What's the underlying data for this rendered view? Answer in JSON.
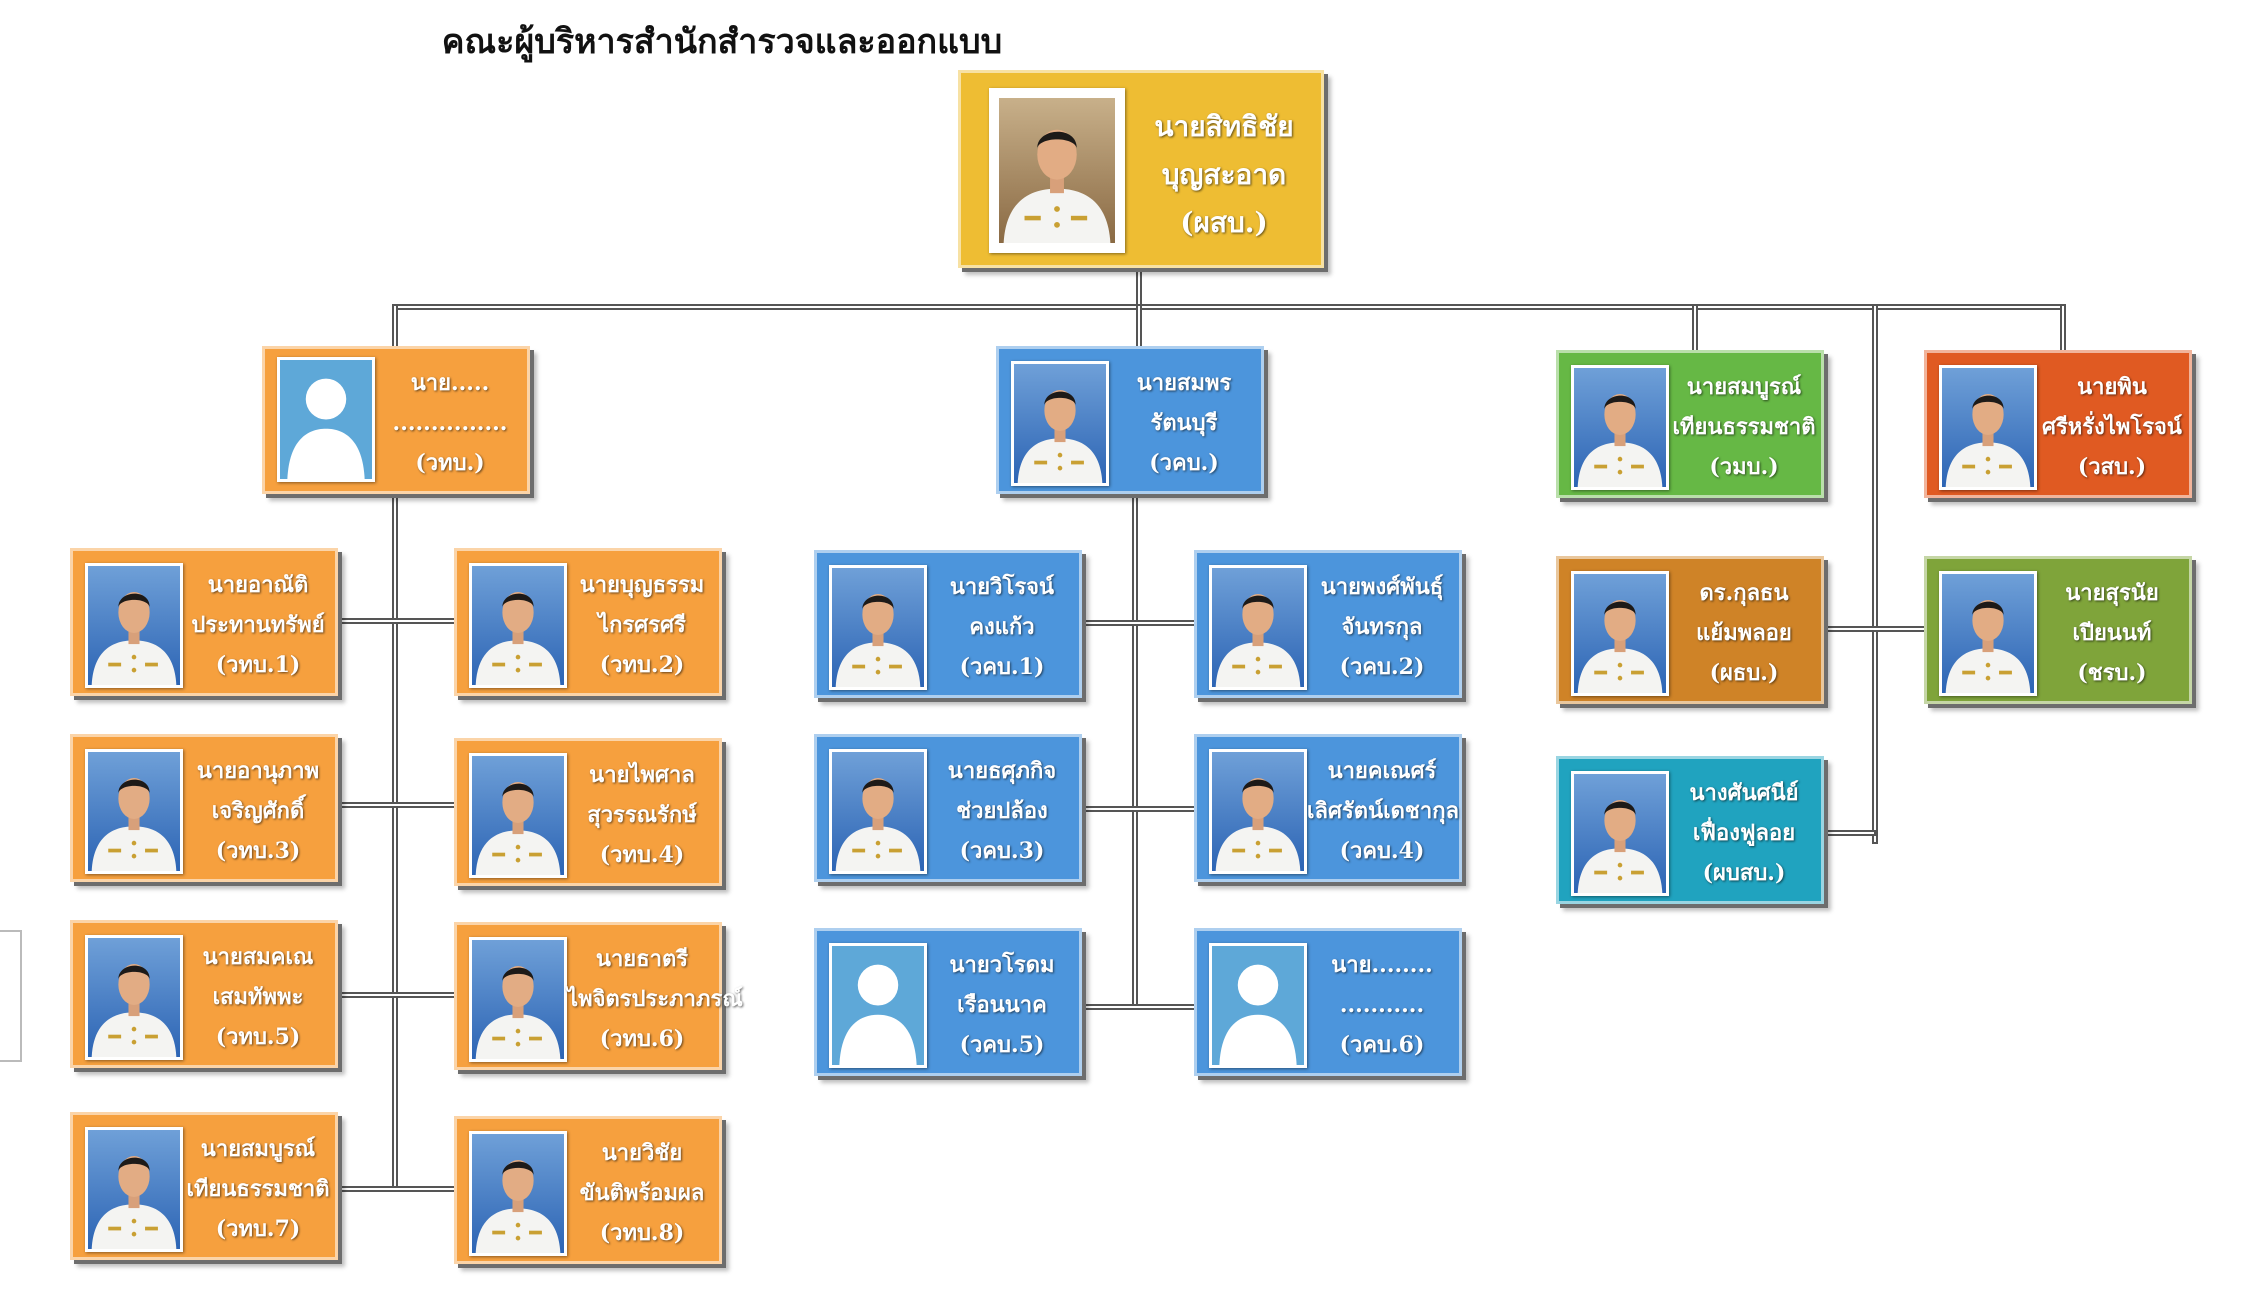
{
  "title": "คณะผู้บริหารสำนักสำรวจและออกแบบ",
  "colors": {
    "gold": "#eebd33",
    "orange": "#f6a03e",
    "blue": "#4c95dc",
    "green": "#66b845",
    "red": "#e05a22",
    "brown": "#cf8327",
    "olive": "#7fa43a",
    "teal": "#20a3bf"
  },
  "nodes": {
    "director": {
      "l1": "นายสิทธิชัย",
      "l2": "บุญสะอาด",
      "l3": "(ผสบ.)"
    },
    "wthb": {
      "l1": "นาย.....",
      "l2": "...............",
      "l3": "(วทบ.)"
    },
    "wkb": {
      "l1": "นายสมพร",
      "l2": "รัตนบุรี",
      "l3": "(วคบ.)"
    },
    "wmb": {
      "l1": "นายสมบูรณ์",
      "l2": "เทียนธรรมชาติ",
      "l3": "(วมบ.)"
    },
    "wsb": {
      "l1": "นายพิน",
      "l2": "ศรีหรั่งไพโรจน์",
      "l3": "(วสบ.)"
    },
    "wthb1": {
      "l1": "นายอาณัติ",
      "l2": "ประทานทรัพย์",
      "l3": "(วทบ.1)"
    },
    "wthb2": {
      "l1": "นายบุญธรรม",
      "l2": "ไกรศรศรี",
      "l3": "(วทบ.2)"
    },
    "wthb3": {
      "l1": "นายอานุภาพ",
      "l2": "เจริญศักดิ์",
      "l3": "(วทบ.3)"
    },
    "wthb4": {
      "l1": "นายไพศาล",
      "l2": "สุวรรณรักษ์",
      "l3": "(วทบ.4)"
    },
    "wthb5": {
      "l1": "นายสมคเณ",
      "l2": "เสมทัพพะ",
      "l3": "(วทบ.5)"
    },
    "wthb6": {
      "l1": "นายธาตรี",
      "l2": "ไพจิตรประภาภรณ์",
      "l3": "(วทบ.6)"
    },
    "wthb7": {
      "l1": "นายสมบูรณ์",
      "l2": "เทียนธรรมชาติ",
      "l3": "(วทบ.7)"
    },
    "wthb8": {
      "l1": "นายวิชัย",
      "l2": "ขันติพร้อมผล",
      "l3": "(วทบ.8)"
    },
    "wkb1": {
      "l1": "นายวิโรจน์",
      "l2": "คงแก้ว",
      "l3": "(วคบ.1)"
    },
    "wkb2": {
      "l1": "นายพงศ์พันธุ์",
      "l2": "จันทรกุล",
      "l3": "(วคบ.2)"
    },
    "wkb3": {
      "l1": "นายธศุภกิจ",
      "l2": "ช่วยปล้อง",
      "l3": "(วคบ.3)"
    },
    "wkb4": {
      "l1": "นายคเณศร์",
      "l2": "เลิศรัตน์เดชากุล",
      "l3": "(วคบ.4)"
    },
    "wkb5": {
      "l1": "นายวโรดม",
      "l2": "เรือนนาค",
      "l3": "(วคบ.5)"
    },
    "wkb6": {
      "l1": "นาย........",
      "l2": "...........",
      "l3": "(วคบ.6)"
    },
    "ptb": {
      "l1": "ดร.กุลธน",
      "l2": "แย้มพลอย",
      "l3": "(ผธบ.)"
    },
    "chrb": {
      "l1": "นายสุรนัย",
      "l2": "เปียนนท์",
      "l3": "(ชรบ.)"
    },
    "pbsb": {
      "l1": "นางศันศนีย์",
      "l2": "เฟื่องฟูลอย",
      "l3": "(ผบสบ.)"
    }
  }
}
